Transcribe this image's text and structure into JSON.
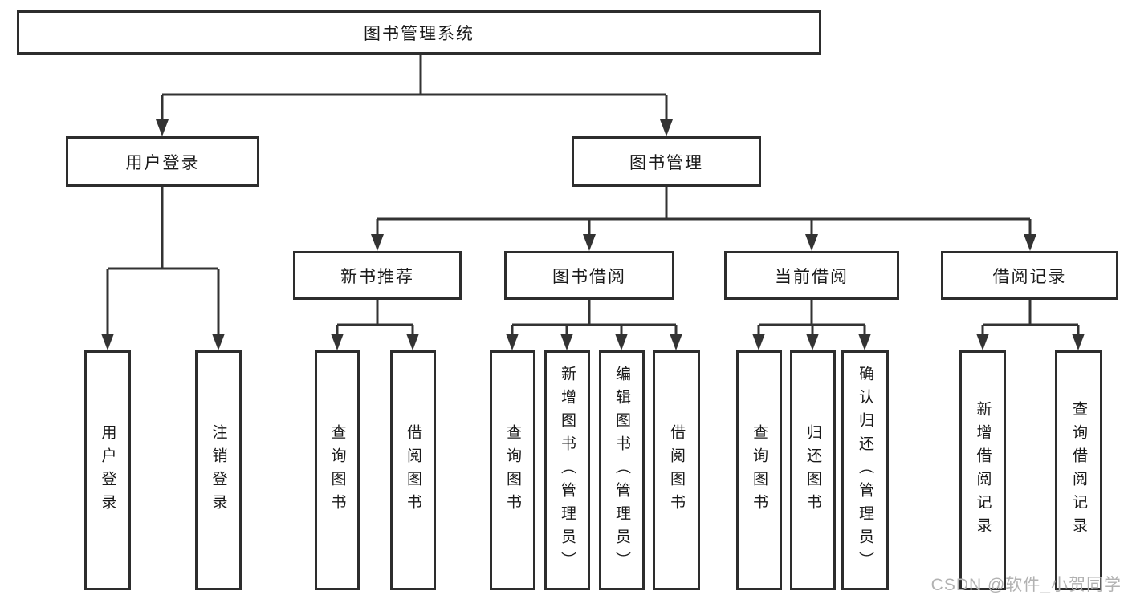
{
  "diagram": {
    "root": {
      "label": "图书管理系统"
    },
    "level2": [
      {
        "label": "用户登录"
      },
      {
        "label": "图书管理"
      }
    ],
    "level3": [
      {
        "label": "新书推荐",
        "parent": "图书管理"
      },
      {
        "label": "图书借阅",
        "parent": "图书管理"
      },
      {
        "label": "当前借阅",
        "parent": "图书管理"
      },
      {
        "label": "借阅记录",
        "parent": "图书管理"
      }
    ],
    "leaves": [
      {
        "label": "用户登录",
        "parent": "用户登录"
      },
      {
        "label": "注销登录",
        "parent": "用户登录"
      },
      {
        "label": "查询图书",
        "parent": "新书推荐"
      },
      {
        "label": "借阅图书",
        "parent": "新书推荐"
      },
      {
        "label": "查询图书",
        "parent": "图书借阅"
      },
      {
        "label": "新增图书（管理员）",
        "parent": "图书借阅"
      },
      {
        "label": "编辑图书（管理员）",
        "parent": "图书借阅"
      },
      {
        "label": "借阅图书",
        "parent": "图书借阅"
      },
      {
        "label": "查询图书",
        "parent": "当前借阅"
      },
      {
        "label": "归还图书",
        "parent": "当前借阅"
      },
      {
        "label": "确认归还（管理员）",
        "parent": "当前借阅"
      },
      {
        "label": "新增借阅记录",
        "parent": "借阅记录"
      },
      {
        "label": "查询借阅记录",
        "parent": "借阅记录"
      }
    ],
    "watermark": {
      "text": "CSDN @软件_小贺同学"
    },
    "colors": {
      "line": "#333333",
      "box_border": "#2d2d2d",
      "text": "#1a1a1a",
      "watermark": "#b2b2b2",
      "background": "#ffffff"
    }
  }
}
